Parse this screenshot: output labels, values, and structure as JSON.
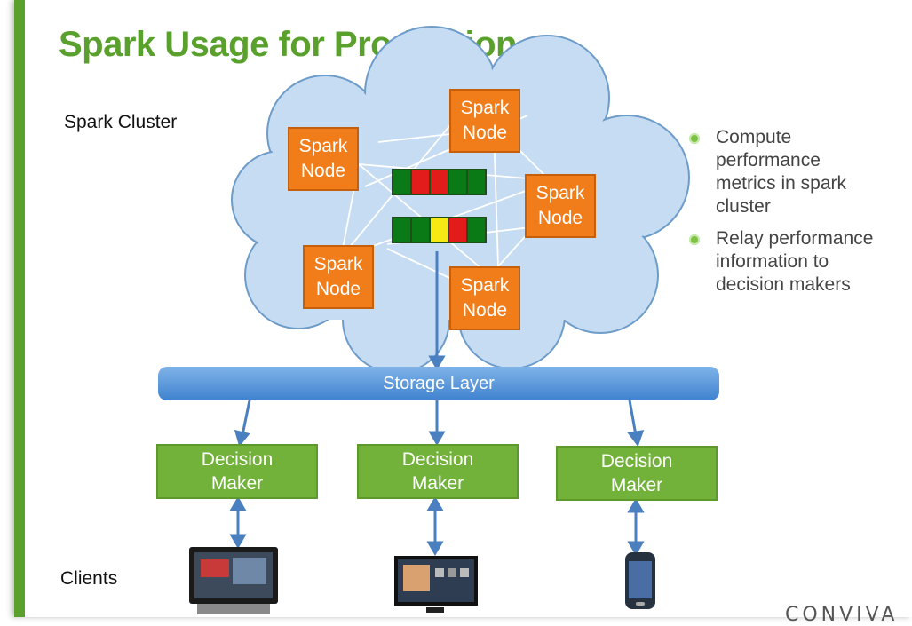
{
  "slide": {
    "title": "Spark Usage for Production",
    "cluster_label": "Spark Cluster",
    "clients_label": "Clients",
    "logo_text": "CONVIVA"
  },
  "nodes": [
    {
      "line1": "Spark",
      "line2": "Node"
    },
    {
      "line1": "Spark",
      "line2": "Node"
    },
    {
      "line1": "Spark",
      "line2": "Node"
    },
    {
      "line1": "Spark",
      "line2": "Node"
    },
    {
      "line1": "Spark",
      "line2": "Node"
    }
  ],
  "metric_bars": [
    {
      "cells": [
        "#0a7a16",
        "#e21b1b",
        "#e21b1b",
        "#0a7a16",
        "#0a7a16"
      ]
    },
    {
      "cells": [
        "#0a7a16",
        "#0a7a16",
        "#f5ea14",
        "#e21b1b",
        "#0a7a16"
      ]
    }
  ],
  "storage": {
    "label": "Storage Layer"
  },
  "decision_makers": [
    {
      "line1": "Decision",
      "line2": "Maker"
    },
    {
      "line1": "Decision",
      "line2": "Maker"
    },
    {
      "line1": "Decision",
      "line2": "Maker"
    }
  ],
  "clients": [
    {
      "icon": "all-in-one-pc-icon"
    },
    {
      "icon": "tv-set-top-box-icon"
    },
    {
      "icon": "smartphone-icon"
    }
  ],
  "bullets": [
    "Compute performance metrics in spark cluster",
    "Relay performance information to decision makers"
  ],
  "colors": {
    "accent": "#5aa02c",
    "node_orange": "#f07d1a",
    "storage_blue": "#4a8ad6",
    "decision_green": "#72b23a",
    "cloud_fill": "#c6dcf3"
  }
}
